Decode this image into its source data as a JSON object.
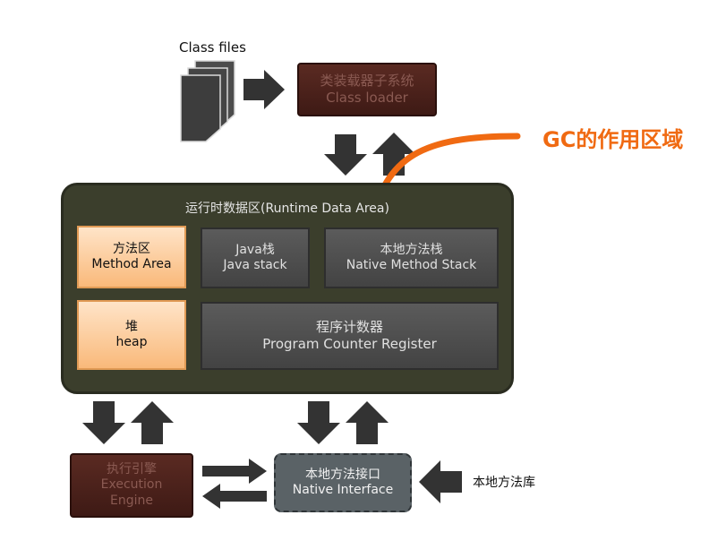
{
  "class_files": {
    "label": "Class files"
  },
  "class_loader": {
    "line1": "类装载器子系统",
    "line2": "Class loader"
  },
  "runtime": {
    "title": "运行时数据区(Runtime Data Area)",
    "method_area": {
      "line1": "方法区",
      "line2": "Method Area"
    },
    "java_stack": {
      "line1": "Java栈",
      "line2": "Java stack"
    },
    "native_stack": {
      "line1": "本地方法栈",
      "line2": "Native Method Stack"
    },
    "heap": {
      "line1": "堆",
      "line2": "heap"
    },
    "pc_register": {
      "line1": "程序计数器",
      "line2": "Program Counter Register"
    }
  },
  "execution_engine": {
    "line1": "执行引擎",
    "line2": "Execution",
    "line3": "Engine"
  },
  "native_interface": {
    "line1": "本地方法接口",
    "line2": "Native Interface"
  },
  "native_library": {
    "label": "本地方法库"
  },
  "gc_annotation": {
    "label": "GC的作用区域",
    "color": "#f06a12"
  },
  "colors": {
    "dark_red_box": "#4a2019",
    "runtime_bg": "#3b3e2c",
    "orange_box": "#f9b97a",
    "grey_box": "#4d4d4d",
    "arrow": "#333333"
  }
}
